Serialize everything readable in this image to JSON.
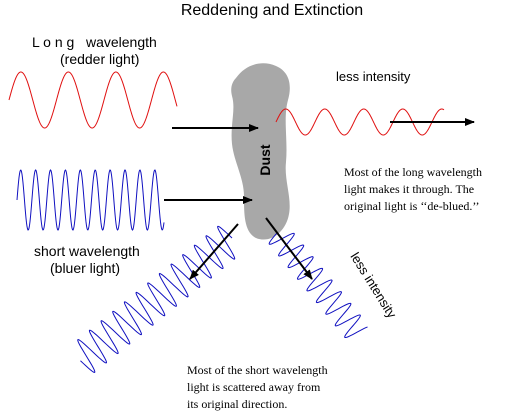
{
  "title": "Reddening and Extinction",
  "red_label": {
    "line1": "L o n g   wavelength",
    "line2": "(redder light)"
  },
  "blue_label": {
    "line1": "short wavelength",
    "line2": "(bluer light)"
  },
  "dust_label": "Dust",
  "transmitted_label": "less intensity",
  "scattered_label": "less intensity",
  "transmitted_note": [
    "Most of the long wavelength",
    "light makes it through.  The",
    "original light is ‘‘de-blued.’’"
  ],
  "scattered_note": [
    "Most of the short wavelength",
    "light is scattered away from",
    "its original direction."
  ],
  "colors": {
    "red_wave": "#e01010",
    "blue_wave": "#1010c0",
    "dust_cloud": "#a8a8a8",
    "arrow": "#000000"
  }
}
